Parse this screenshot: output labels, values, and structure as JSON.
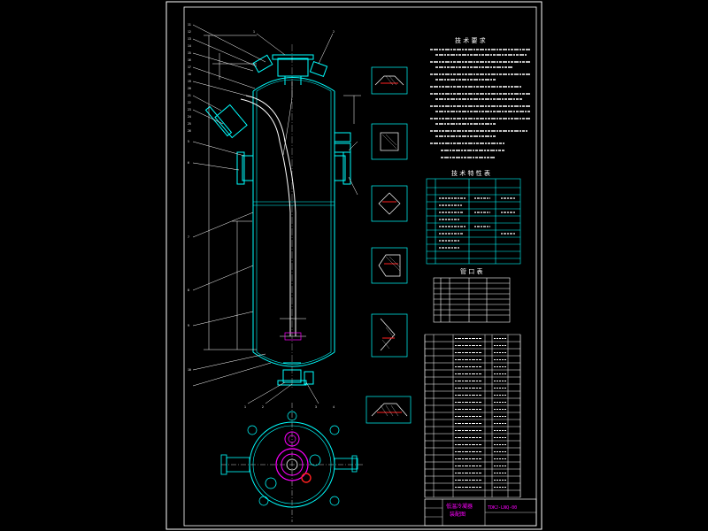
{
  "drawing": {
    "sheet_border_color": "#ffffff",
    "frame_color": "#00ffff",
    "vessel_color": "#00ffff",
    "pipe_color": "#ffffff",
    "flange_color": "#ff00ff",
    "accent_red": "#ff2020",
    "grid_color": "#00ffff"
  },
  "sections": {
    "technical_requirements_title": "技 术 要 求",
    "technical_characteristics_title": "技 术 特 性 表",
    "nozzle_table_title": "管 口 表"
  },
  "leader_numbers": {
    "top_left": [
      "11",
      "12",
      "13",
      "14",
      "15",
      "16",
      "17",
      "18",
      "19",
      "20",
      "21",
      "22",
      "23",
      "24",
      "25",
      "26"
    ],
    "top_center": [
      "1",
      "2"
    ],
    "left_mid": [
      "5",
      "6",
      "7",
      "8",
      "9",
      "10"
    ],
    "bottom_left": [
      "1",
      "2",
      "3",
      "4"
    ]
  },
  "title_block": {
    "vessel_name_line1": "低温冷凝器",
    "vessel_name_line2": "装配图",
    "drawing_number": "TDKJ-LNQ-00"
  }
}
